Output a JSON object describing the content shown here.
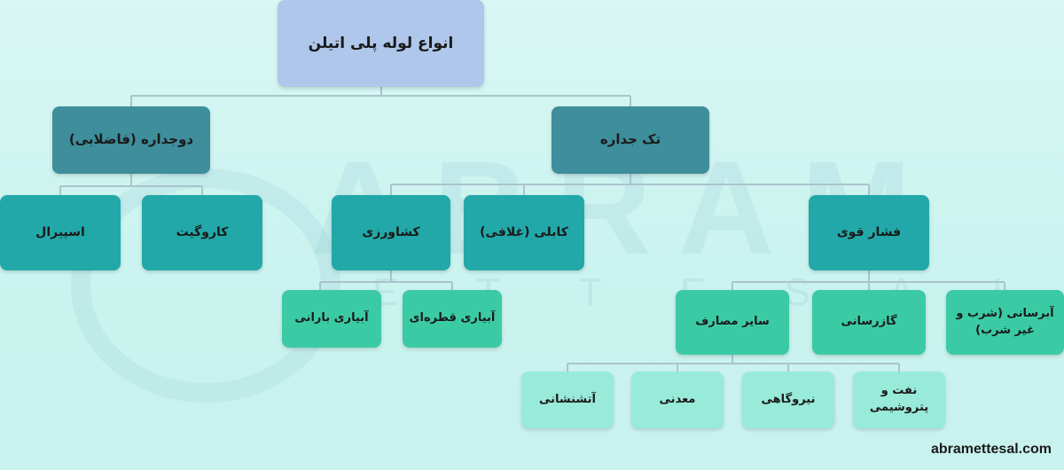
{
  "root": "انواع لوله پلی اتیلن",
  "double_wall": {
    "label": "دوجداره (فاضلابی)",
    "children": [
      "کاروگیت",
      "اسپیرال"
    ]
  },
  "single_wall": {
    "label": "تک جداره",
    "children": {
      "agriculture": {
        "label": "کشاورزی",
        "children": [
          "آبیاری قطره‌ای",
          "آبیاری بارانی"
        ]
      },
      "cable": "کابلی (غلافی)",
      "high_pressure": {
        "label": "فشار قوی",
        "children": {
          "water": "آبرسانی (شرب و غیر شرب)",
          "gas": "گازرسانی",
          "other": {
            "label": "سایر مصارف",
            "children": [
              "نفت و پتروشیمی",
              "نیروگاهی",
              "معدنی",
              "آتشنشانی"
            ]
          }
        }
      }
    }
  },
  "watermark": {
    "brand": "ABRAM",
    "sub": "ETTESAL"
  },
  "website": "abramettesal.com"
}
